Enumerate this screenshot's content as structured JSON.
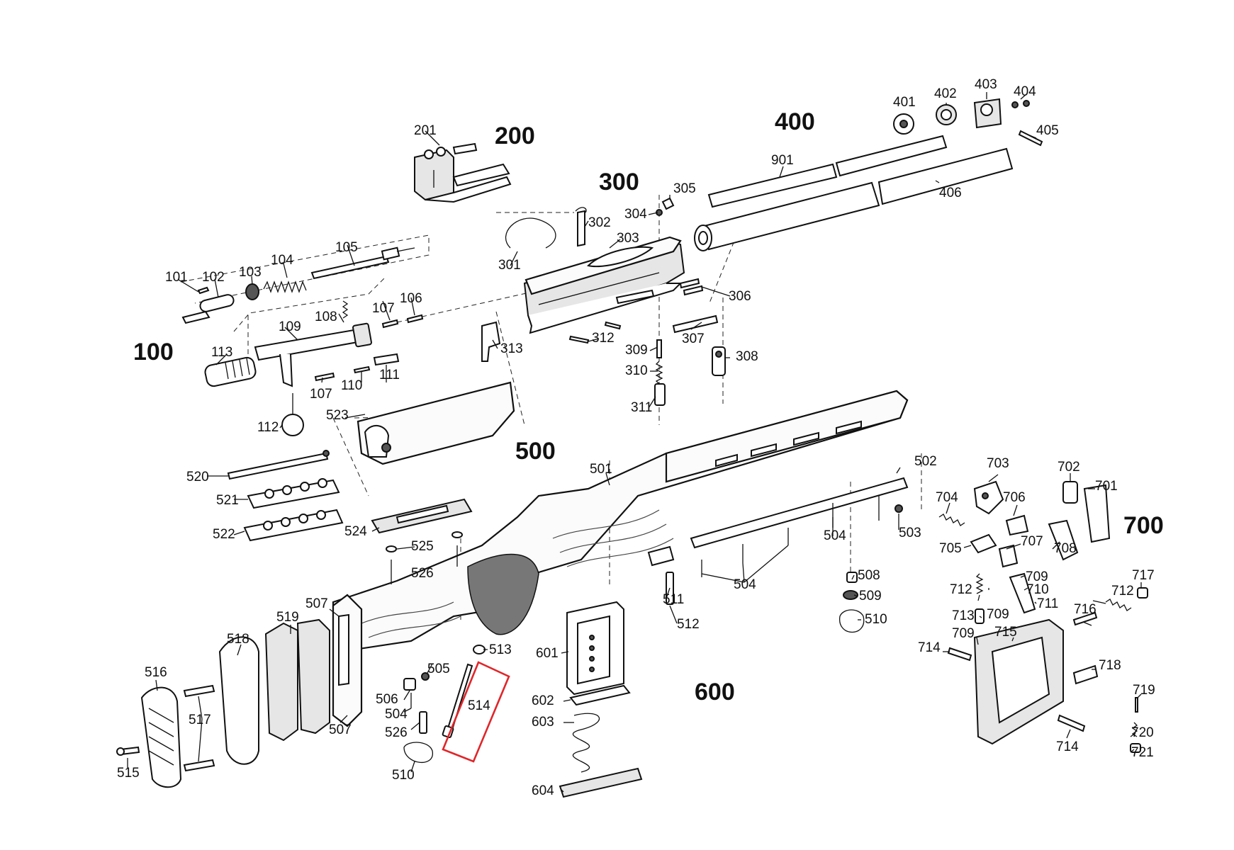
{
  "diagram": {
    "groups": {
      "g100": "100",
      "g200": "200",
      "g300": "300",
      "g400": "400",
      "g500": "500",
      "g600": "600",
      "g700": "700"
    },
    "labels": {
      "p101": "101",
      "p102": "102",
      "p103": "103",
      "p104": "104",
      "p105": "105",
      "p106": "106",
      "p107a": "107",
      "p107b": "107",
      "p108": "108",
      "p109": "109",
      "p110": "110",
      "p111": "111",
      "p112": "112",
      "p113": "113",
      "p201": "201",
      "p301": "301",
      "p302": "302",
      "p303": "303",
      "p304": "304",
      "p305": "305",
      "p306": "306",
      "p307": "307",
      "p308": "308",
      "p309": "309",
      "p310": "310",
      "p311": "311",
      "p312": "312",
      "p313": "313",
      "p401": "401",
      "p402": "402",
      "p403": "403",
      "p404": "404",
      "p405": "405",
      "p406": "406",
      "p901": "901",
      "p501": "501",
      "p502": "502",
      "p503": "503",
      "p504a": "504",
      "p504b": "504",
      "p504c": "504",
      "p505": "505",
      "p506": "506",
      "p507a": "507",
      "p507b": "507",
      "p508": "508",
      "p509": "509",
      "p510a": "510",
      "p510b": "510",
      "p511": "511",
      "p512": "512",
      "p513": "513",
      "p514": "514",
      "p515": "515",
      "p516": "516",
      "p517": "517",
      "p518": "518",
      "p519": "519",
      "p520": "520",
      "p521": "521",
      "p522": "522",
      "p523": "523",
      "p524": "524",
      "p525": "525",
      "p526a": "526",
      "p526b": "526",
      "p601": "601",
      "p602": "602",
      "p603": "603",
      "p604": "604",
      "p701": "701",
      "p702": "702",
      "p703": "703",
      "p704": "704",
      "p705": "705",
      "p706": "706",
      "p707": "707",
      "p708": "708",
      "p709a": "709",
      "p709b": "709",
      "p709c": "709",
      "p710": "710",
      "p711": "711",
      "p712a": "712",
      "p712b": "712",
      "p713": "713",
      "p714a": "714",
      "p714b": "714",
      "p715": "715",
      "p716": "716",
      "p717": "717",
      "p718": "718",
      "p719": "719",
      "p720": "720",
      "p721": "721"
    },
    "highlight": {
      "part": "514",
      "color": "#e0262a"
    }
  }
}
